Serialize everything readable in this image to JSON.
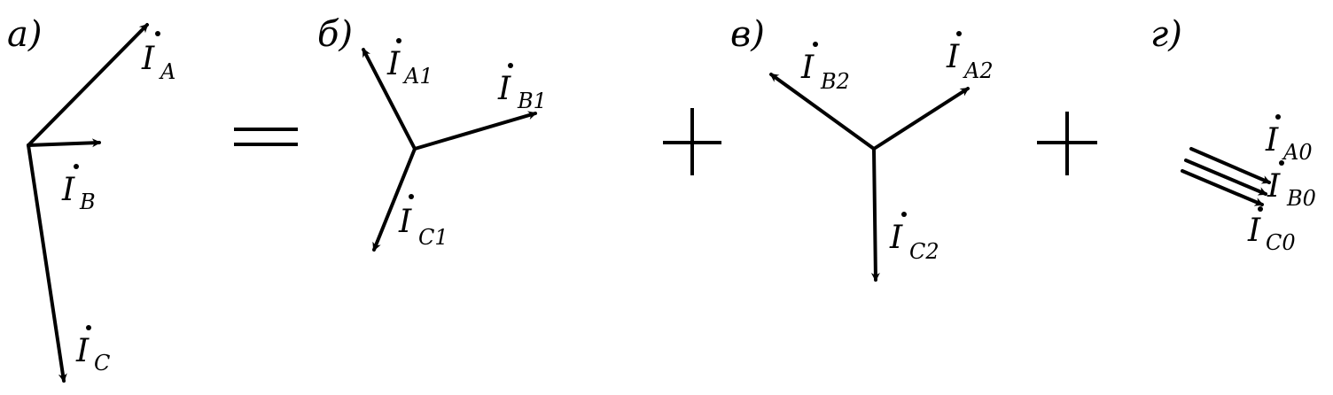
{
  "panels": {
    "a": {
      "label": "a)",
      "vectors": [
        {
          "main": "I",
          "sub": "A"
        },
        {
          "main": "I",
          "sub": "B"
        },
        {
          "main": "I",
          "sub": "C"
        }
      ]
    },
    "b": {
      "label": "б)",
      "vectors": [
        {
          "main": "I",
          "sub": "A1"
        },
        {
          "main": "I",
          "sub": "B1"
        },
        {
          "main": "I",
          "sub": "C1"
        }
      ]
    },
    "v": {
      "label": "в)",
      "vectors": [
        {
          "main": "I",
          "sub": "B2"
        },
        {
          "main": "I",
          "sub": "A2"
        },
        {
          "main": "I",
          "sub": "C2"
        }
      ]
    },
    "g": {
      "label": "г)",
      "vectors": [
        {
          "main": "I",
          "sub": "A0"
        },
        {
          "main": "I",
          "sub": "B0"
        },
        {
          "main": "I",
          "sub": "C0"
        }
      ]
    }
  }
}
